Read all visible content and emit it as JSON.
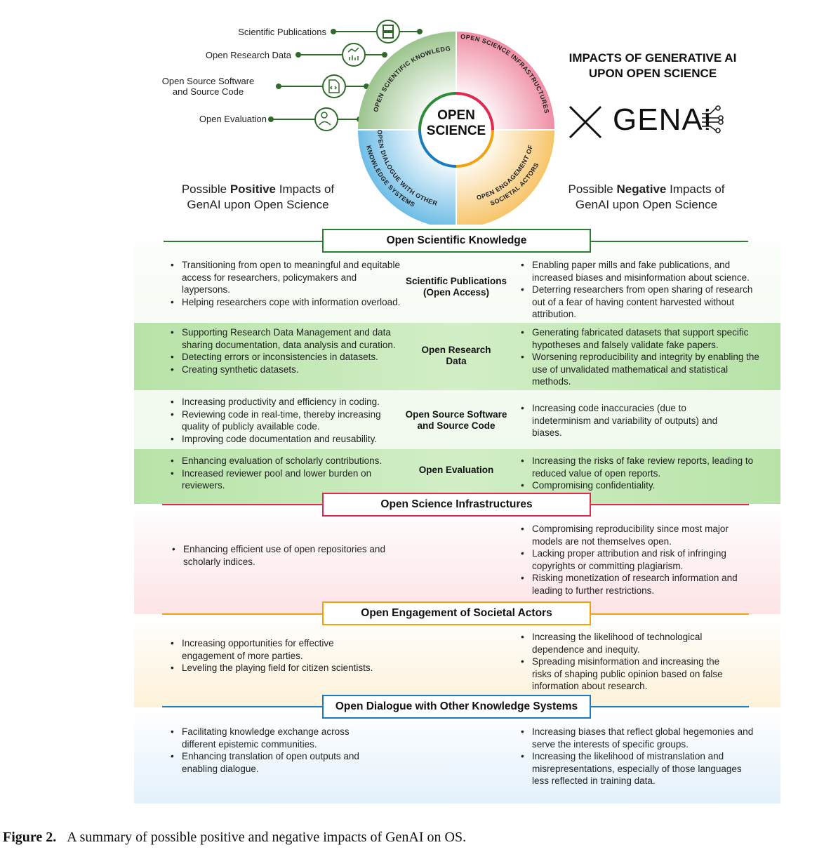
{
  "top": {
    "labels": [
      "Scientific Publications",
      "Open Research Data",
      "Open Source Software\nand Source Code",
      "Open Evaluation"
    ],
    "circle": {
      "center_line1": "OPEN",
      "center_line2": "SCIENCE",
      "q_green": "OPEN SCIENTIFIC KNOWLEDGE",
      "q_pink": "OPEN SCIENCE INFRASTRUCTURES",
      "q_orange1": "OPEN ENGAGEMENT OF",
      "q_orange2": "SOCIETAL ACTORS",
      "q_blue1": "OPEN DIALOGUE WITH OTHER",
      "q_blue2": "KNOWLEDGE SYSTEMS"
    },
    "title_line1": "IMPACTS OF GENERATIVE AI",
    "title_line2": "UPON OPEN SCIENCE",
    "logo": "GENAI",
    "positive": {
      "pre": "Possible ",
      "bold": "Positive",
      "post": " Impacts of",
      "line2": "GenAI upon Open Science"
    },
    "negative": {
      "pre": "Possible ",
      "bold": "Negative",
      "post": " Impacts of",
      "line2": "GenAI upon Open Science"
    }
  },
  "colors": {
    "green": "#2e7d32",
    "pink": "#e0294f",
    "orange": "#f2a20c",
    "blue": "#1a7cbf"
  },
  "sections": [
    {
      "title": "Open Scientific Knowledge",
      "rows": [
        {
          "label": "Scientific Publications\n(Open Access)",
          "pos": [
            "Transitioning from open to meaningful and equitable access for researchers, policymakers and laypersons.",
            "Helping researchers cope with information overload."
          ],
          "neg": [
            "Enabling paper mills and fake publications, and increased biases and misinformation about science.",
            "Deterring researchers from open sharing of research out of a fear of having content harvested without attribution."
          ]
        },
        {
          "label": "Open Research\nData",
          "pos": [
            "Supporting Research Data Management and data sharing documentation, data analysis and curation.",
            "Detecting errors or inconsistencies in datasets.",
            "Creating synthetic datasets."
          ],
          "neg": [
            "Generating fabricated datasets that support specific hypotheses and falsely validate fake papers.",
            "Worsening reproducibility and integrity by enabling the use of unvalidated mathematical and statistical methods."
          ]
        },
        {
          "label": "Open Source Software\nand Source Code",
          "pos": [
            "Increasing productivity and efficiency in coding.",
            "Reviewing code in real-time, thereby increasing quality of publicly available code.",
            "Improving code documentation and reusability."
          ],
          "neg": [
            "Increasing code inaccuracies (due to indeterminism and variability of outputs) and biases."
          ]
        },
        {
          "label": "Open Evaluation",
          "pos": [
            "Enhancing evaluation of scholarly contributions.",
            "Increased reviewer pool and lower burden on reviewers."
          ],
          "neg": [
            "Increasing the risks of fake review reports, leading to reduced value of open reports.",
            "Compromising confidentiality."
          ]
        }
      ]
    },
    {
      "title": "Open Science Infrastructures",
      "pos": [
        "Enhancing efficient use of open repositories and scholarly indices."
      ],
      "neg": [
        "Compromising reproducibility since most major models are not themselves open.",
        "Lacking proper attribution and risk of infringing copyrights or committing plagiarism.",
        "Risking monetization of research information and leading to further restrictions."
      ]
    },
    {
      "title": "Open Engagement of Societal Actors",
      "pos": [
        "Increasing opportunities for effective engagement of more parties.",
        "Leveling the playing field for citizen scientists."
      ],
      "neg": [
        "Increasing the likelihood of technological dependence and inequity.",
        "Spreading misinformation and increasing the risks of shaping public opinion based on false information about research."
      ]
    },
    {
      "title": "Open Dialogue with Other Knowledge Systems",
      "pos": [
        "Facilitating knowledge exchange across different epistemic communities.",
        "Enhancing translation of open outputs and enabling dialogue."
      ],
      "neg": [
        "Increasing biases that reflect global hegemonies and serve the interests of specific groups.",
        "Increasing the likelihood of mistranslation and misrepresentations, especially of those languages less reflected in training data."
      ]
    }
  ],
  "caption": {
    "label": "Figure 2.",
    "text": "A summary of possible positive and negative impacts of GenAI on OS."
  }
}
